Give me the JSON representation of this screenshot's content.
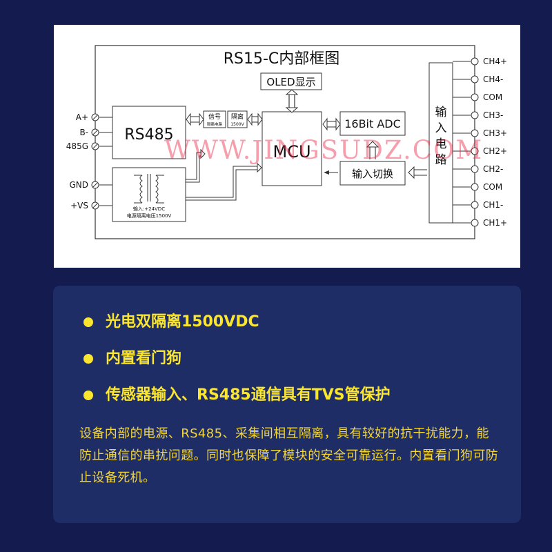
{
  "diagram": {
    "title": "RS15-C内部框图",
    "blocks": {
      "rs485": "RS485",
      "oled": "OLED显示",
      "mcu": "MCU",
      "adc": "16Bit ADC",
      "input_switch": "输入切换",
      "input_circuit": [
        "输",
        "入",
        "电",
        "路"
      ],
      "signal_iso_top": "信号",
      "signal_iso_bottom": "隔离电路",
      "iso_top": "隔离",
      "iso_bottom": "1500V",
      "power_line1": "输入:+24VDC",
      "power_line2": "电源隔离电压1500V"
    },
    "left_terminals": [
      "A+",
      "B-",
      "485G",
      "GND",
      "+VS"
    ],
    "right_terminals": [
      "CH4+",
      "CH4-",
      "COM",
      "CH3-",
      "CH3+",
      "CH2+",
      "CH2-",
      "COM",
      "CH1-",
      "CH1+"
    ]
  },
  "watermark": "WWW.JINGSUDZ.COM",
  "features": [
    "光电双隔离1500VDC",
    "内置看门狗",
    "传感器输入、RS485通信具有TVS管保护"
  ],
  "description": "设备内部的电源、RS485、采集间相互隔离，具有较好的抗干扰能力，能防止通信的串扰问题。同时也保障了模块的安全可靠运行。内置看门狗可防止设备死机。",
  "colors": {
    "background": "#131b4f",
    "card": "#1f2d66",
    "accent_yellow": "#fbe62f"
  }
}
